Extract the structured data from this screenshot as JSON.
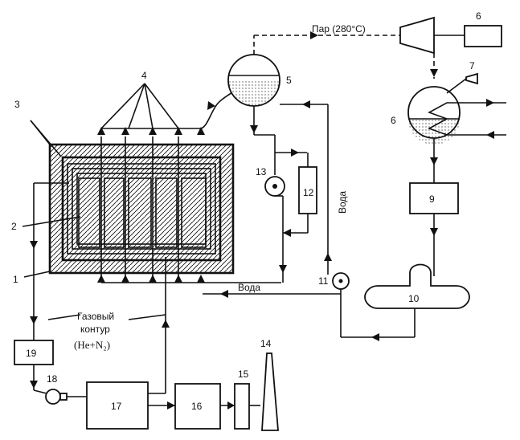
{
  "labels": {
    "n1": "1",
    "n2": "2",
    "n3": "3",
    "n4": "4",
    "n5": "5",
    "n6a": "6",
    "n6b": "6",
    "n7": "7",
    "n9": "9",
    "n10": "10",
    "n11": "11",
    "n12": "12",
    "n13": "13",
    "n14": "14",
    "n15": "15",
    "n16": "16",
    "n17": "17",
    "n18": "18",
    "n19": "19"
  },
  "text": {
    "steam": "Пар (280°С)",
    "water_vertical": "Вода",
    "water_horizontal": "Вода",
    "gas_loop_line1": "Газовый",
    "gas_loop_line2": "контур",
    "gas_loop_line3": "(He+N₂)"
  }
}
